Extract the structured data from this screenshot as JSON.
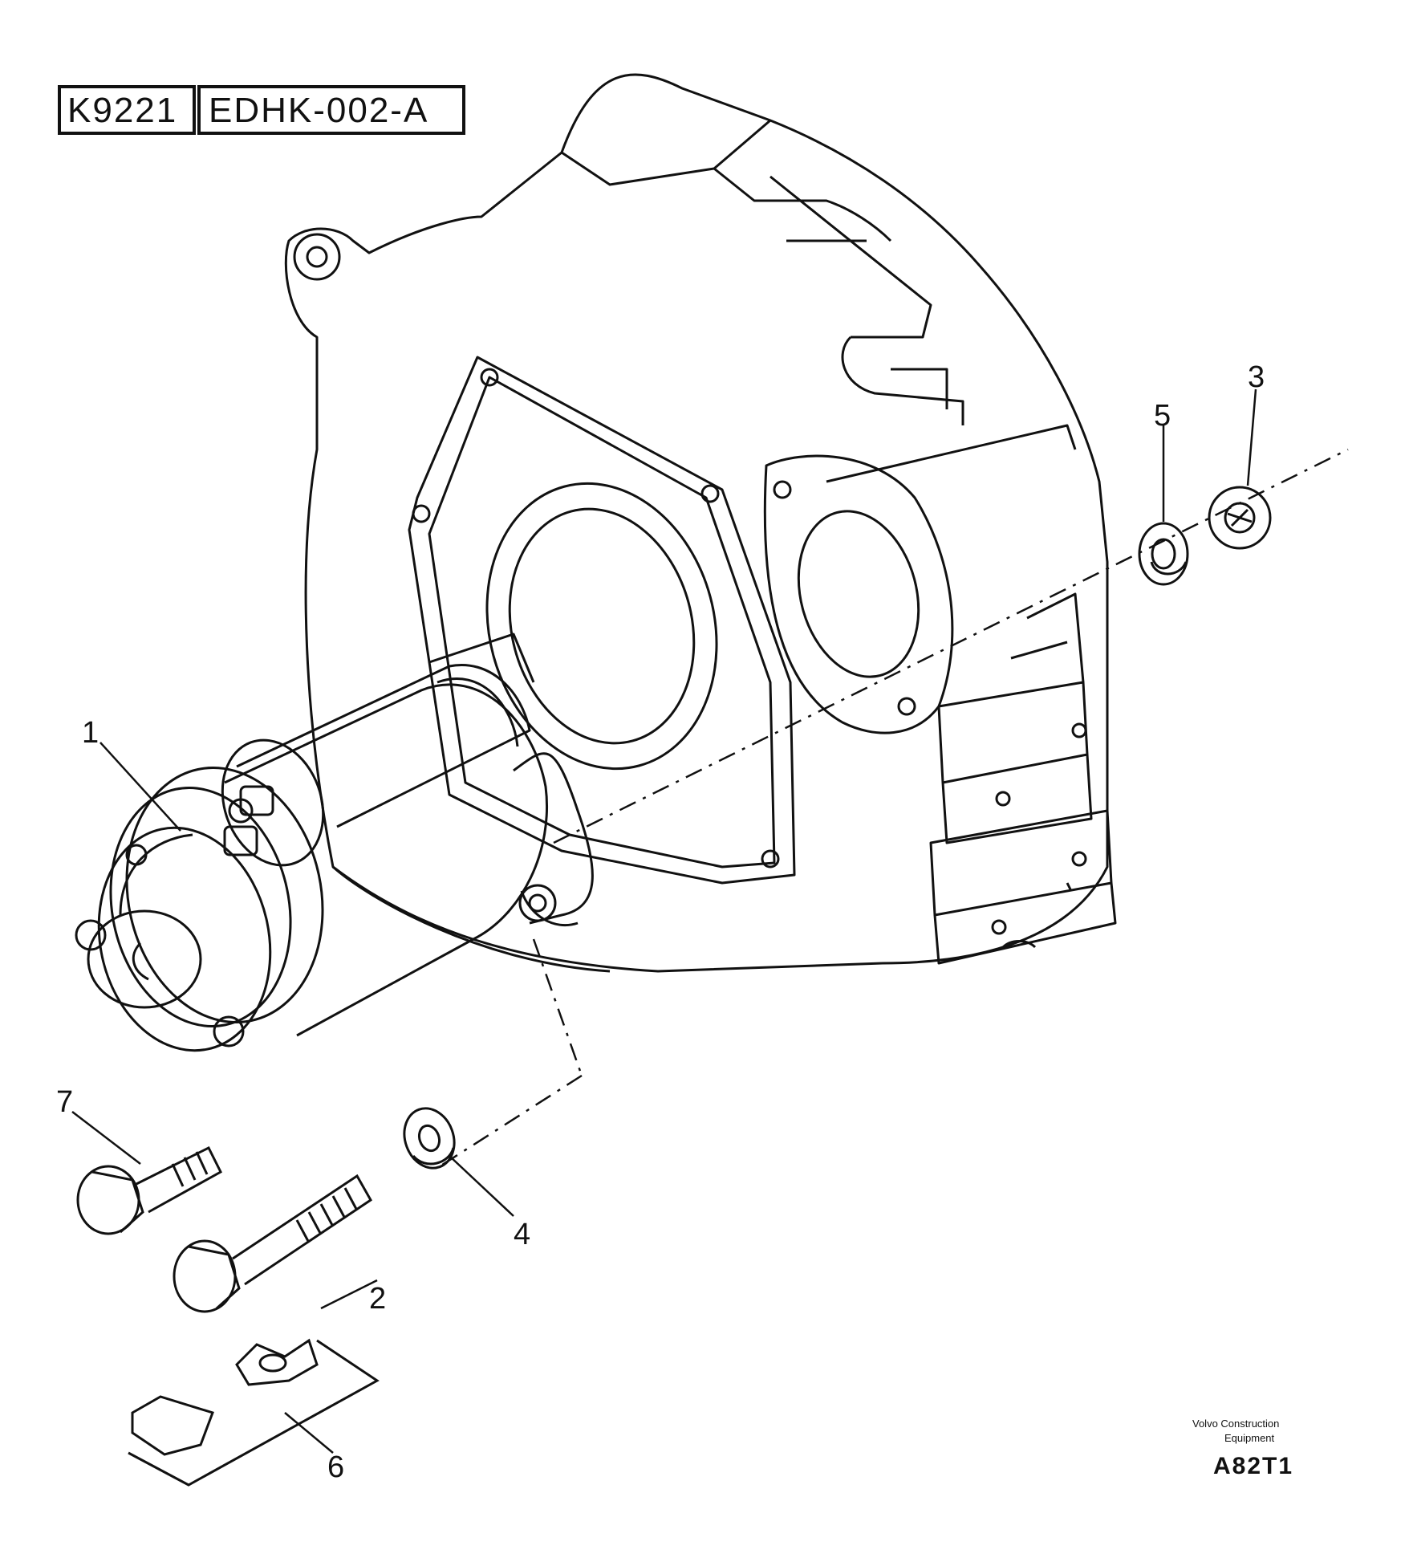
{
  "reference": {
    "group": "K9221",
    "code": "EDHK-002-A"
  },
  "callouts": [
    {
      "id": "1",
      "text": "1"
    },
    {
      "id": "2",
      "text": "2"
    },
    {
      "id": "3",
      "text": "3"
    },
    {
      "id": "4",
      "text": "4"
    },
    {
      "id": "5",
      "text": "5"
    },
    {
      "id": "6",
      "text": "6"
    },
    {
      "id": "7",
      "text": "7"
    }
  ],
  "footer": {
    "credit_line1": "Volvo Construction",
    "credit_line2": "Equipment",
    "figure_code": "A82T1"
  },
  "colors": {
    "line": "#111111",
    "background": "#ffffff"
  }
}
